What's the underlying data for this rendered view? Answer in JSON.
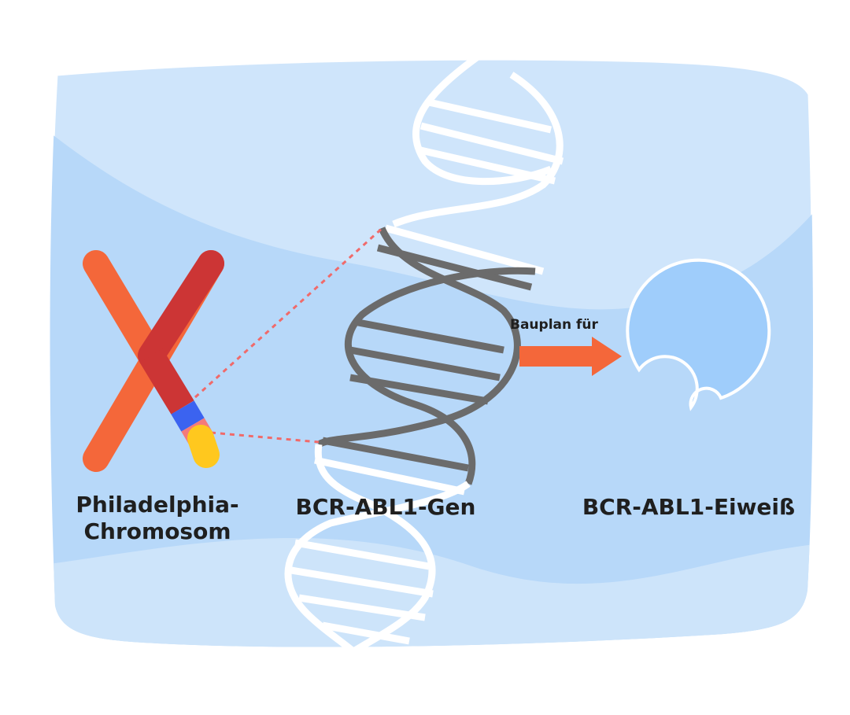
{
  "labels": {
    "chromosome_line1": "Philadelphia-",
    "chromosome_line2": "Chromosom",
    "gene": "BCR-ABL1-Gen",
    "protein": "BCR-ABL1-Eiweiß",
    "arrow": "Bauplan für"
  },
  "colors": {
    "background_outer": "#ffffff",
    "panel_light": "#cfe5fb",
    "panel_mid": "#b7d8f9",
    "chromosome_orange": "#f4673a",
    "chromosome_red": "#cc3535",
    "band_blue": "#3b63f0",
    "band_pink": "#f47a7a",
    "band_yellow": "#ffc81e",
    "dna_white": "#ffffff",
    "dna_gray": "#6b6b6b",
    "arrow_orange": "#f4673a",
    "dotted_line": "#f06a6a",
    "protein_fill": "#9fcdfb"
  },
  "icons": [
    "philadelphia-chromosome-icon",
    "dna-helix-icon",
    "arrow-right-icon",
    "protein-icon"
  ]
}
